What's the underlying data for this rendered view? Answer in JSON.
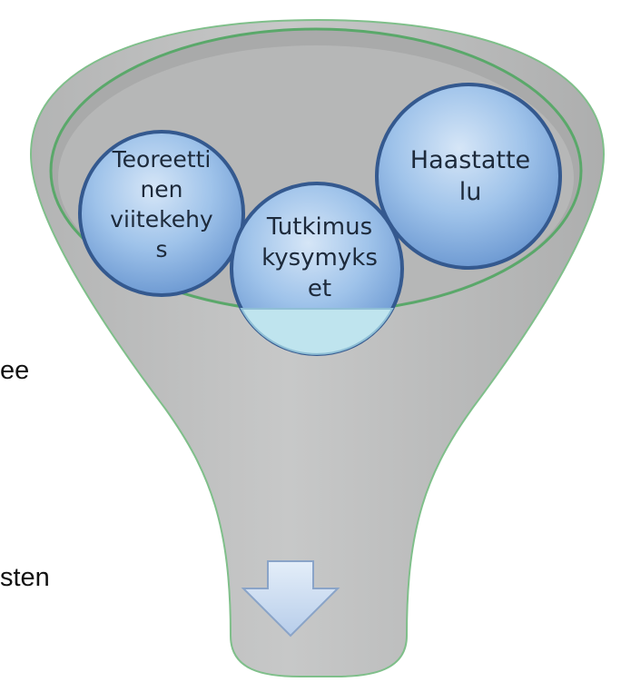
{
  "side_texts": {
    "fragment_1": "ee",
    "fragment_2": "sten"
  },
  "circles": {
    "theory": {
      "lines": [
        "Teoreetti",
        "nen",
        "viitekehy",
        "s"
      ]
    },
    "questions": {
      "lines": [
        "Tutkimus",
        "kysymyks",
        "et"
      ]
    },
    "interview": {
      "lines": [
        "Haastatte",
        "lu"
      ]
    }
  },
  "icons": {
    "arrow": "down-arrow-icon"
  },
  "colors": {
    "funnel_fill": "#bcbdbd",
    "funnel_stroke": "#6fb27c",
    "circle_fill": "#8fb8e4",
    "circle_stroke": "#34598f",
    "liquid": "#b9e1ec",
    "arrow_fill": "#c6d8ef",
    "arrow_stroke": "#8aa4c8"
  }
}
